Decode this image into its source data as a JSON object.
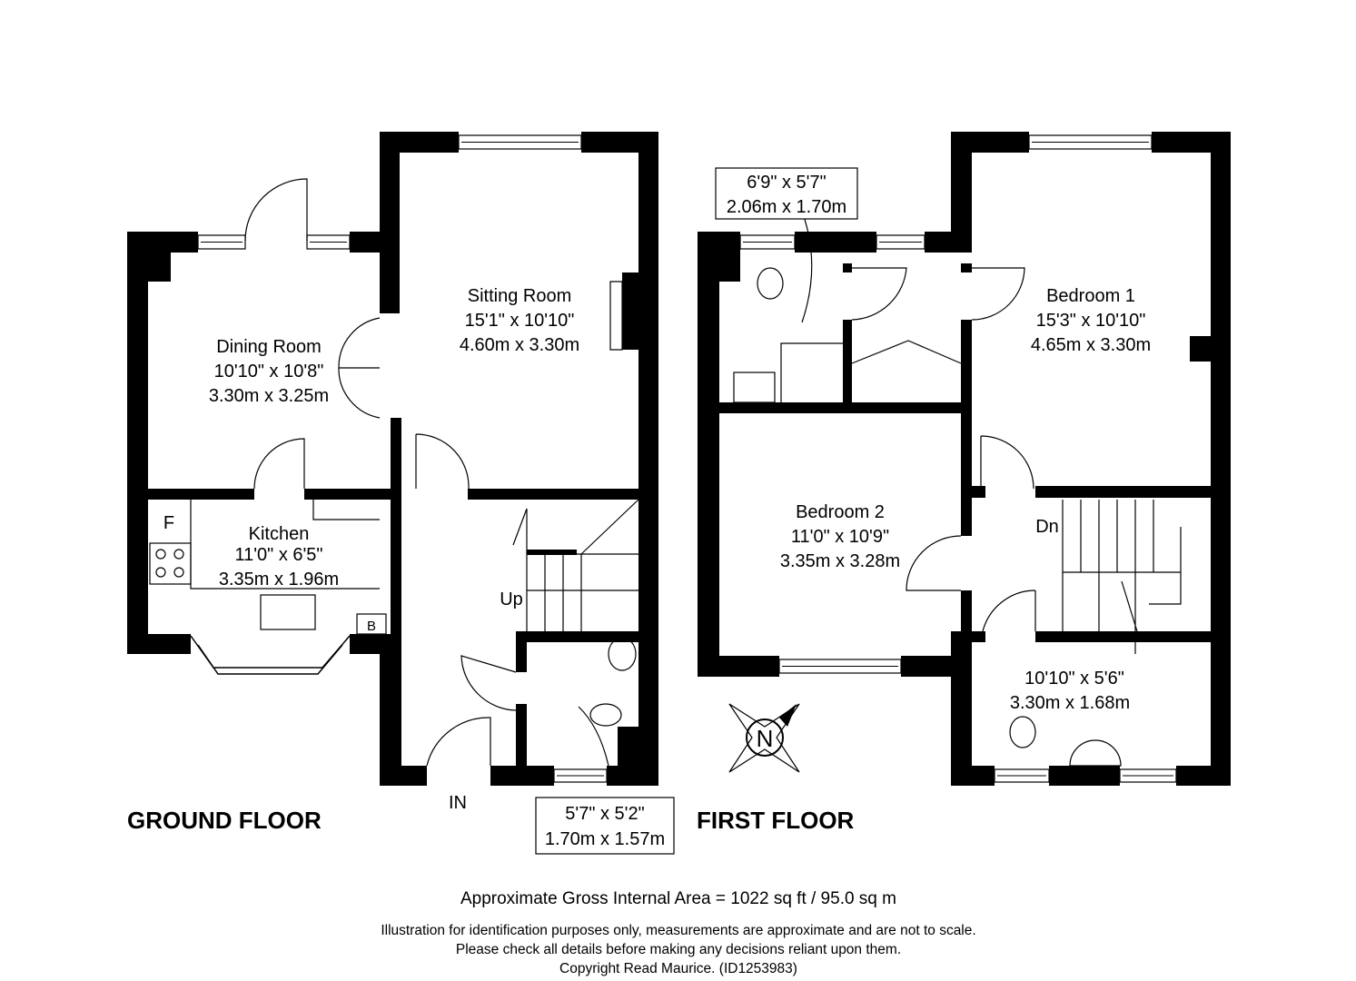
{
  "ground_floor": {
    "title": "GROUND FLOOR",
    "entrance": "IN",
    "stairs": "Up",
    "fridge": "F",
    "boiler": "B",
    "rooms": [
      {
        "name": "Sitting Room",
        "imperial": "15'1\" x 10'10\"",
        "metric": "4.60m x 3.30m"
      },
      {
        "name": "Dining Room",
        "imperial": "10'10\" x 10'8\"",
        "metric": "3.30m x 3.25m"
      },
      {
        "name": "Kitchen",
        "imperial": "11'0\" x 6'5\"",
        "metric": "3.35m x 1.96m"
      }
    ],
    "wc": {
      "imperial": "5'7\" x 5'2\"",
      "metric": "1.70m x 1.57m"
    }
  },
  "first_floor": {
    "title": "FIRST FLOOR",
    "stairs": "Dn",
    "compass": "N",
    "rooms": [
      {
        "name": "Bedroom 1",
        "imperial": "15'3\" x 10'10\"",
        "metric": "4.65m x 3.30m"
      },
      {
        "name": "Bedroom 2",
        "imperial": "11'0\" x 10'9\"",
        "metric": "3.35m x 3.28m"
      }
    ],
    "shower_room": {
      "imperial": "6'9\" x 5'7\"",
      "metric": "2.06m x 1.70m"
    },
    "bathroom": {
      "imperial": "10'10\" x 5'6\"",
      "metric": "3.30m x 1.68m"
    }
  },
  "footer": {
    "area": "Approximate Gross Internal Area = 1022 sq ft / 95.0 sq m",
    "disclaimer1": "Illustration for identification purposes only, measurements are approximate and are not to scale.",
    "disclaimer2": "Please check all details before making any decisions reliant upon them.",
    "copyright": "Copyright Read Maurice. (ID1253983)"
  }
}
